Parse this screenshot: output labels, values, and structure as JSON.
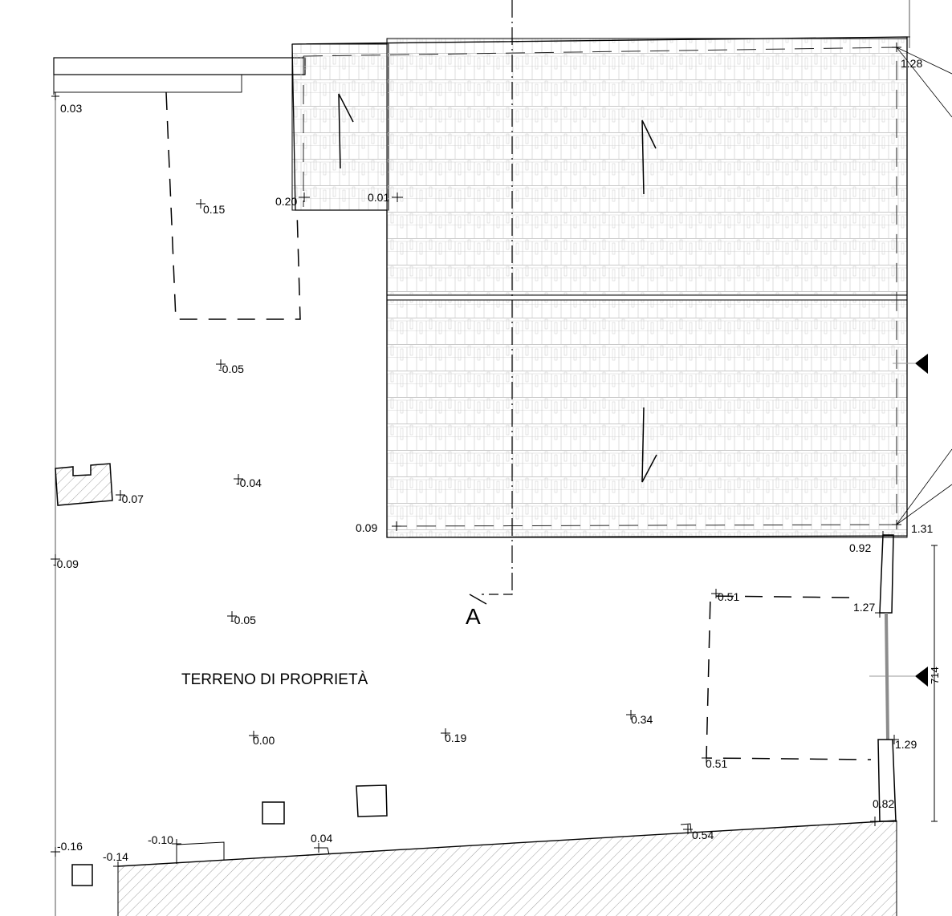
{
  "drawing": {
    "area_label": "TERRENO DI PROPRIETÀ",
    "section_marker": "A",
    "dimension": "714",
    "elevations": [
      {
        "id": "e1",
        "value": "0.03"
      },
      {
        "id": "e2",
        "value": "0.15"
      },
      {
        "id": "e3",
        "value": "0.20"
      },
      {
        "id": "e4",
        "value": "0.01"
      },
      {
        "id": "e5",
        "value": "1.28"
      },
      {
        "id": "e6",
        "value": "-0.05"
      },
      {
        "id": "e7",
        "value": "-0.07"
      },
      {
        "id": "e8",
        "value": "-0.04"
      },
      {
        "id": "e9",
        "value": "0.09"
      },
      {
        "id": "e10",
        "value": "-0.09"
      },
      {
        "id": "e11",
        "value": "1.31"
      },
      {
        "id": "e12",
        "value": "0.92"
      },
      {
        "id": "e13",
        "value": "0.51"
      },
      {
        "id": "e14",
        "value": "1.27"
      },
      {
        "id": "e15",
        "value": "-0.05"
      },
      {
        "id": "e16",
        "value": "0.34"
      },
      {
        "id": "e17",
        "value": "0.00"
      },
      {
        "id": "e18",
        "value": "0.19"
      },
      {
        "id": "e19",
        "value": "1.29"
      },
      {
        "id": "e20",
        "value": "0.51"
      },
      {
        "id": "e21",
        "value": "0.82"
      },
      {
        "id": "e22",
        "value": "-0.10"
      },
      {
        "id": "e23",
        "value": "0.04"
      },
      {
        "id": "e24",
        "value": "0.54"
      },
      {
        "id": "e25",
        "value": "-0.16"
      },
      {
        "id": "e26",
        "value": "-0.14"
      }
    ]
  }
}
